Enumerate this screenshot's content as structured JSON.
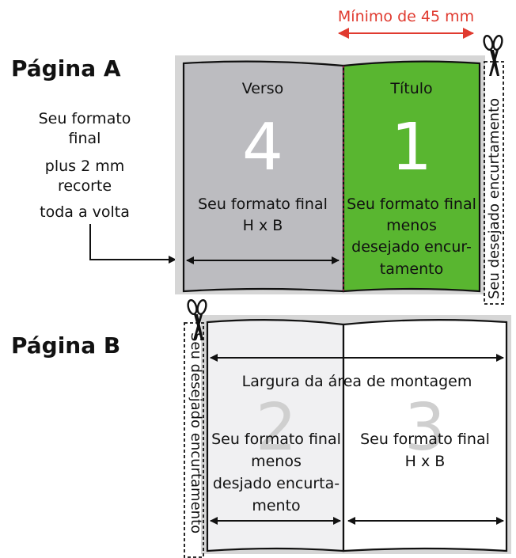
{
  "min_width_label": "Mínimo de 45 mm",
  "page_a": {
    "title": "Página A",
    "left_label": [
      "Seu formato",
      "final",
      "plus 2 mm",
      "recorte",
      "toda a volta"
    ],
    "left_panel": {
      "heading": "Verso",
      "number": "4",
      "text": [
        "Seu formato final",
        "H x B"
      ]
    },
    "right_panel": {
      "heading": "Título",
      "number": "1",
      "text": [
        "Seu formato final",
        "menos",
        "desejado encur-",
        "tamento"
      ]
    },
    "trim_label": "Seu desejado encurtamento"
  },
  "page_b": {
    "title": "Página B",
    "width_label": "Largura da área de montagem",
    "left_panel": {
      "number": "2",
      "text": [
        "Seu formato final",
        "menos",
        "desjado encurta-",
        "mento"
      ]
    },
    "right_panel": {
      "number": "3",
      "text": [
        "Seu formato final",
        "H x B"
      ]
    },
    "trim_label": "Seu desejado encurtamento"
  },
  "colors": {
    "grey_panel": "#bcbcc0",
    "green_panel": "#59b630",
    "light_panel": "#f0f0f2",
    "frame": "#d6d6d6",
    "accent_red": "#e03a2f"
  },
  "icons": [
    "scissors-icon",
    "scissors-icon"
  ]
}
